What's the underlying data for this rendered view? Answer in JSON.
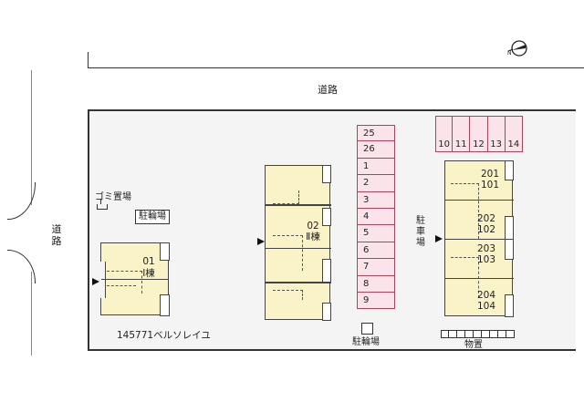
{
  "roads": {
    "top_label": "道路",
    "left_label": "道路"
  },
  "compass": {
    "icon": "north-arrow-icon"
  },
  "property_name": "145771ベルソレイユ",
  "facilities": {
    "garbage": "ゴミ置場",
    "bike_parking_left": "駐輪場",
    "bike_parking_center": "駐輪場",
    "car_parking": "駐車場",
    "storage": "物置"
  },
  "buildings": [
    {
      "id": "bldg-1",
      "number": "01",
      "name": "Ⅰ棟"
    },
    {
      "id": "bldg-2",
      "number": "02",
      "name": "Ⅱ棟"
    },
    {
      "id": "bldg-3",
      "units": [
        {
          "upper": "201",
          "lower": "101"
        },
        {
          "upper": "202",
          "lower": "102"
        },
        {
          "upper": "203",
          "lower": "103"
        },
        {
          "upper": "204",
          "lower": "104"
        }
      ]
    }
  ],
  "parking_vertical": [
    "25",
    "26",
    "1",
    "2",
    "3",
    "4",
    "5",
    "6",
    "7",
    "8",
    "9"
  ],
  "parking_horizontal": [
    "10",
    "11",
    "12",
    "13",
    "14"
  ],
  "colors": {
    "building_fill": "#fbf3c8",
    "parking_fill": "#fbe3ea",
    "parking_border": "#b3405a",
    "site_fill": "#f4f4f4"
  }
}
